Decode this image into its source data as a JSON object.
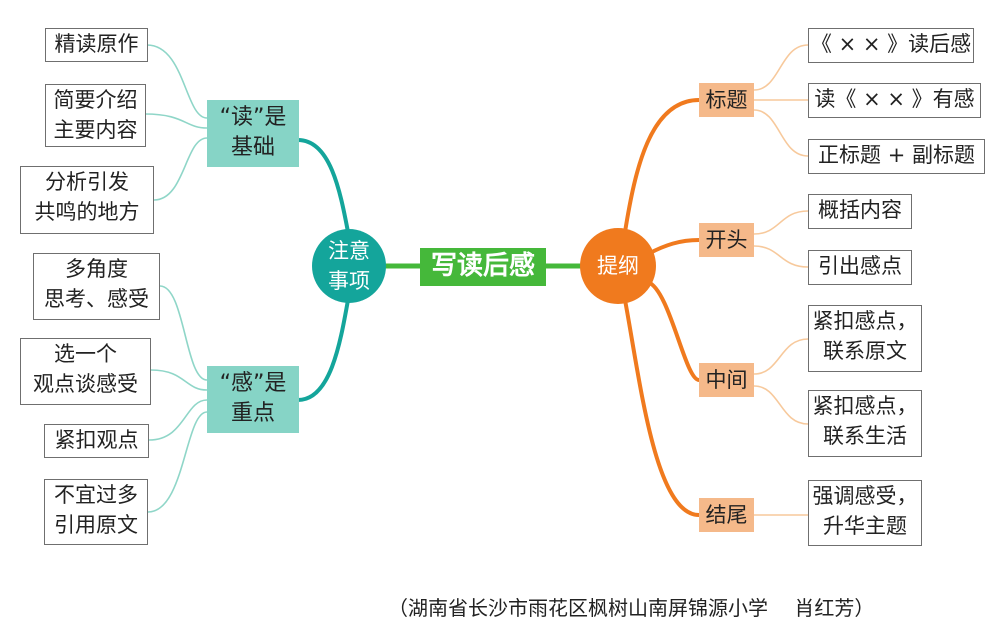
{
  "title": "写读后感",
  "left": {
    "hub": [
      "注意",
      "事项"
    ],
    "color": "#14a59b",
    "branches": [
      {
        "label": [
          "“读”是",
          "基础"
        ],
        "leaves": [
          [
            "精读原作"
          ],
          [
            "简要介绍",
            "主要内容"
          ],
          [
            "分析引发",
            "共鸣的地方"
          ]
        ]
      },
      {
        "label": [
          "“感”是",
          "重点"
        ],
        "leaves": [
          [
            "多角度",
            "思考、感受"
          ],
          [
            "选一个",
            "观点谈感受"
          ],
          [
            "紧扣观点"
          ],
          [
            "不宜过多",
            "引用原文"
          ]
        ]
      }
    ]
  },
  "right": {
    "hub": "提纲",
    "color": "#f07a1e",
    "branches": [
      {
        "label": "标题",
        "leaves": [
          [
            "《 × × 》读后感"
          ],
          [
            "读《 × × 》有感"
          ],
          [
            "正标题 + 副标题"
          ]
        ]
      },
      {
        "label": "开头",
        "leaves": [
          [
            "概括内容"
          ],
          [
            "引出感点"
          ]
        ]
      },
      {
        "label": "中间",
        "leaves": [
          [
            "紧扣感点，",
            "联系原文"
          ],
          [
            "紧扣感点，",
            "联系生活"
          ]
        ]
      },
      {
        "label": "结尾",
        "leaves": [
          [
            "强调感受，",
            "升华主题"
          ]
        ]
      }
    ]
  },
  "credit": "（湖南省长沙市雨花区枫树山南屏锦源小学　 肖红芳）"
}
